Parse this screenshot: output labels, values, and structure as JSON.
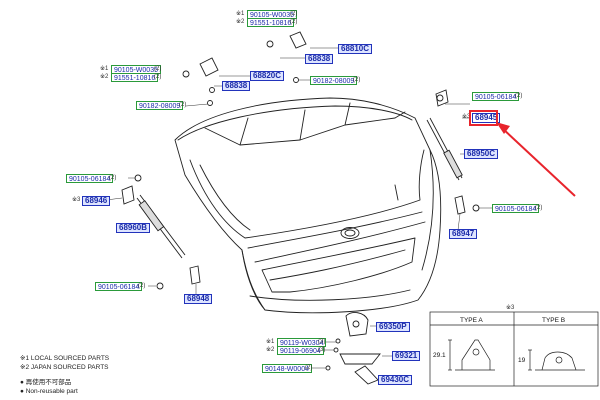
{
  "diagram": {
    "callouts": {
      "p68810C": "68810C",
      "p68838a": "68838",
      "p68820C": "68820C",
      "p68838b": "68838",
      "p68945": "68945",
      "p68950C": "68950C",
      "p68946": "68946",
      "p68960B": "68960B",
      "p68947": "68947",
      "p68948": "68948",
      "p69350P": "69350P",
      "p69321": "69321",
      "p69430C": "69430C",
      "b1": "90105-W0035",
      "b2": "91551-10816",
      "b3": "90105-W0035",
      "b4": "91551-10816",
      "b5": "90182-08009",
      "b6": "90182-08009",
      "b7": "90105-06184",
      "b8": "90105-06184",
      "b9": "90105-06184",
      "b10": "90105-06184",
      "b11": "90119-W0304",
      "b12": "90119-06904",
      "b13": "90148-W0004"
    },
    "quantities": {
      "q1": "(2)",
      "q2": "(2)",
      "q3": "(2)",
      "q4": "(2)",
      "q5": "(2)",
      "q6": "(2)",
      "q7": "(2)",
      "q8": "(2)",
      "q9": "(2)",
      "q10": "(2)",
      "q11": "(3)",
      "q12": "(3)",
      "q13": "(2)"
    },
    "marks": {
      "m1": "※1",
      "m2": "※2",
      "m3": "※1",
      "m4": "※2",
      "m5": "※3",
      "m6": "※3",
      "m7": "※1",
      "m8": "※2",
      "m9": "※3"
    },
    "highlight_color": "#e8242c",
    "inset": {
      "type_a": "TYPE A",
      "type_b": "TYPE B",
      "dim_a": "29.1",
      "dim_b": "19"
    },
    "legend": {
      "line1": "※1  LOCAL SOURCED PARTS",
      "line2": "※2  JAPAN SOURCED PARTS",
      "line3": "●  再使用不可部品",
      "line4": "●  Non-reusable part"
    }
  }
}
